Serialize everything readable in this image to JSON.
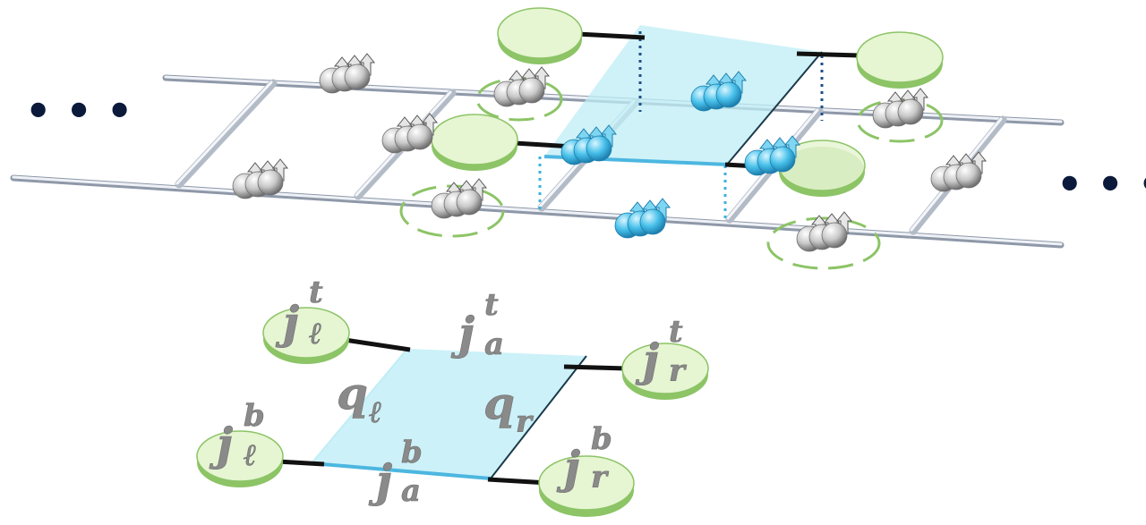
{
  "colors": {
    "rail": "#c5ccd6",
    "plaquette": "#bfeef6",
    "plaquette_edge": "#4cb7e0",
    "node_fill": "#e6f5d2",
    "node_side": "#8cc466",
    "atom_gray": "#c9c9c9",
    "atom_blue": "#47c0ea",
    "dashed_ring": "#8cc466",
    "label": "#8a8a8a",
    "ellipsis": "#0b1a3a"
  },
  "ellipsis": {
    "left": "• • •",
    "right": "• • •"
  },
  "legend": {
    "j_l_t": {
      "base": "j",
      "sub": "ℓ",
      "sup": "t"
    },
    "j_l_b": {
      "base": "j",
      "sub": "ℓ",
      "sup": "b"
    },
    "j_a_t": {
      "base": "j",
      "sub": "a",
      "sup": "t"
    },
    "j_a_b": {
      "base": "j",
      "sub": "a",
      "sup": "b"
    },
    "j_r_t": {
      "base": "j",
      "sub": "r",
      "sup": "t"
    },
    "j_r_b": {
      "base": "j",
      "sub": "r",
      "sup": "b"
    },
    "q_l": {
      "base": "q",
      "sub": "ℓ"
    },
    "q_r": {
      "base": "q",
      "sub": "r"
    }
  }
}
